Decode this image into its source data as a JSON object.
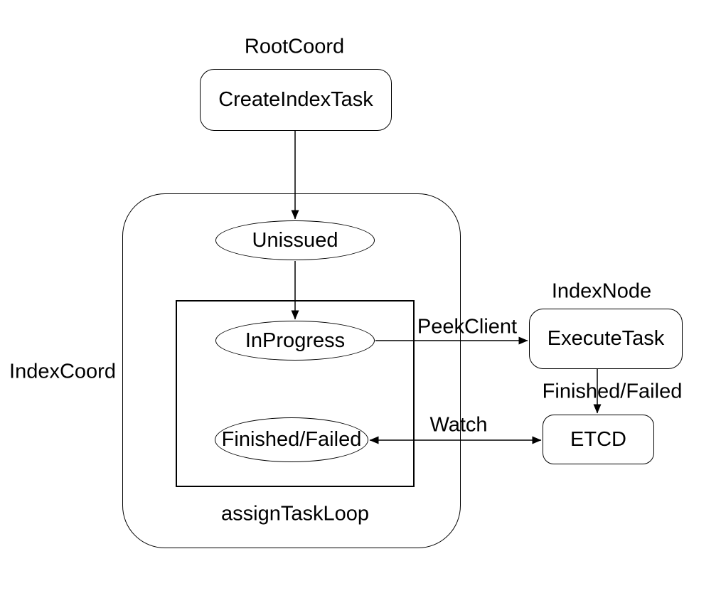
{
  "diagram": {
    "background": "#ffffff",
    "stroke_color": "#000000",
    "text_color": "#000000",
    "containers": {
      "root_coord": {
        "label": "RootCoord"
      },
      "index_coord": {
        "label": "IndexCoord"
      },
      "index_node": {
        "label": "IndexNode"
      },
      "assign_task_loop": {
        "label": "assignTaskLoop"
      }
    },
    "nodes": {
      "create_index_task": {
        "label": "CreateIndexTask"
      },
      "unissued": {
        "label": "Unissued"
      },
      "in_progress": {
        "label": "InProgress"
      },
      "finished_failed": {
        "label": "Finished/Failed"
      },
      "execute_task": {
        "label": "ExecuteTask"
      },
      "etcd": {
        "label": "ETCD"
      }
    },
    "edges": [
      {
        "from": "create_index_task",
        "to": "unissued",
        "label": ""
      },
      {
        "from": "unissued",
        "to": "in_progress",
        "label": ""
      },
      {
        "from": "in_progress",
        "to": "execute_task",
        "label": "PeekClient"
      },
      {
        "from": "execute_task",
        "to": "etcd",
        "label": "Finished/Failed"
      },
      {
        "from": "etcd",
        "to": "finished_failed",
        "label": "Watch",
        "bidirectional": true
      }
    ]
  }
}
